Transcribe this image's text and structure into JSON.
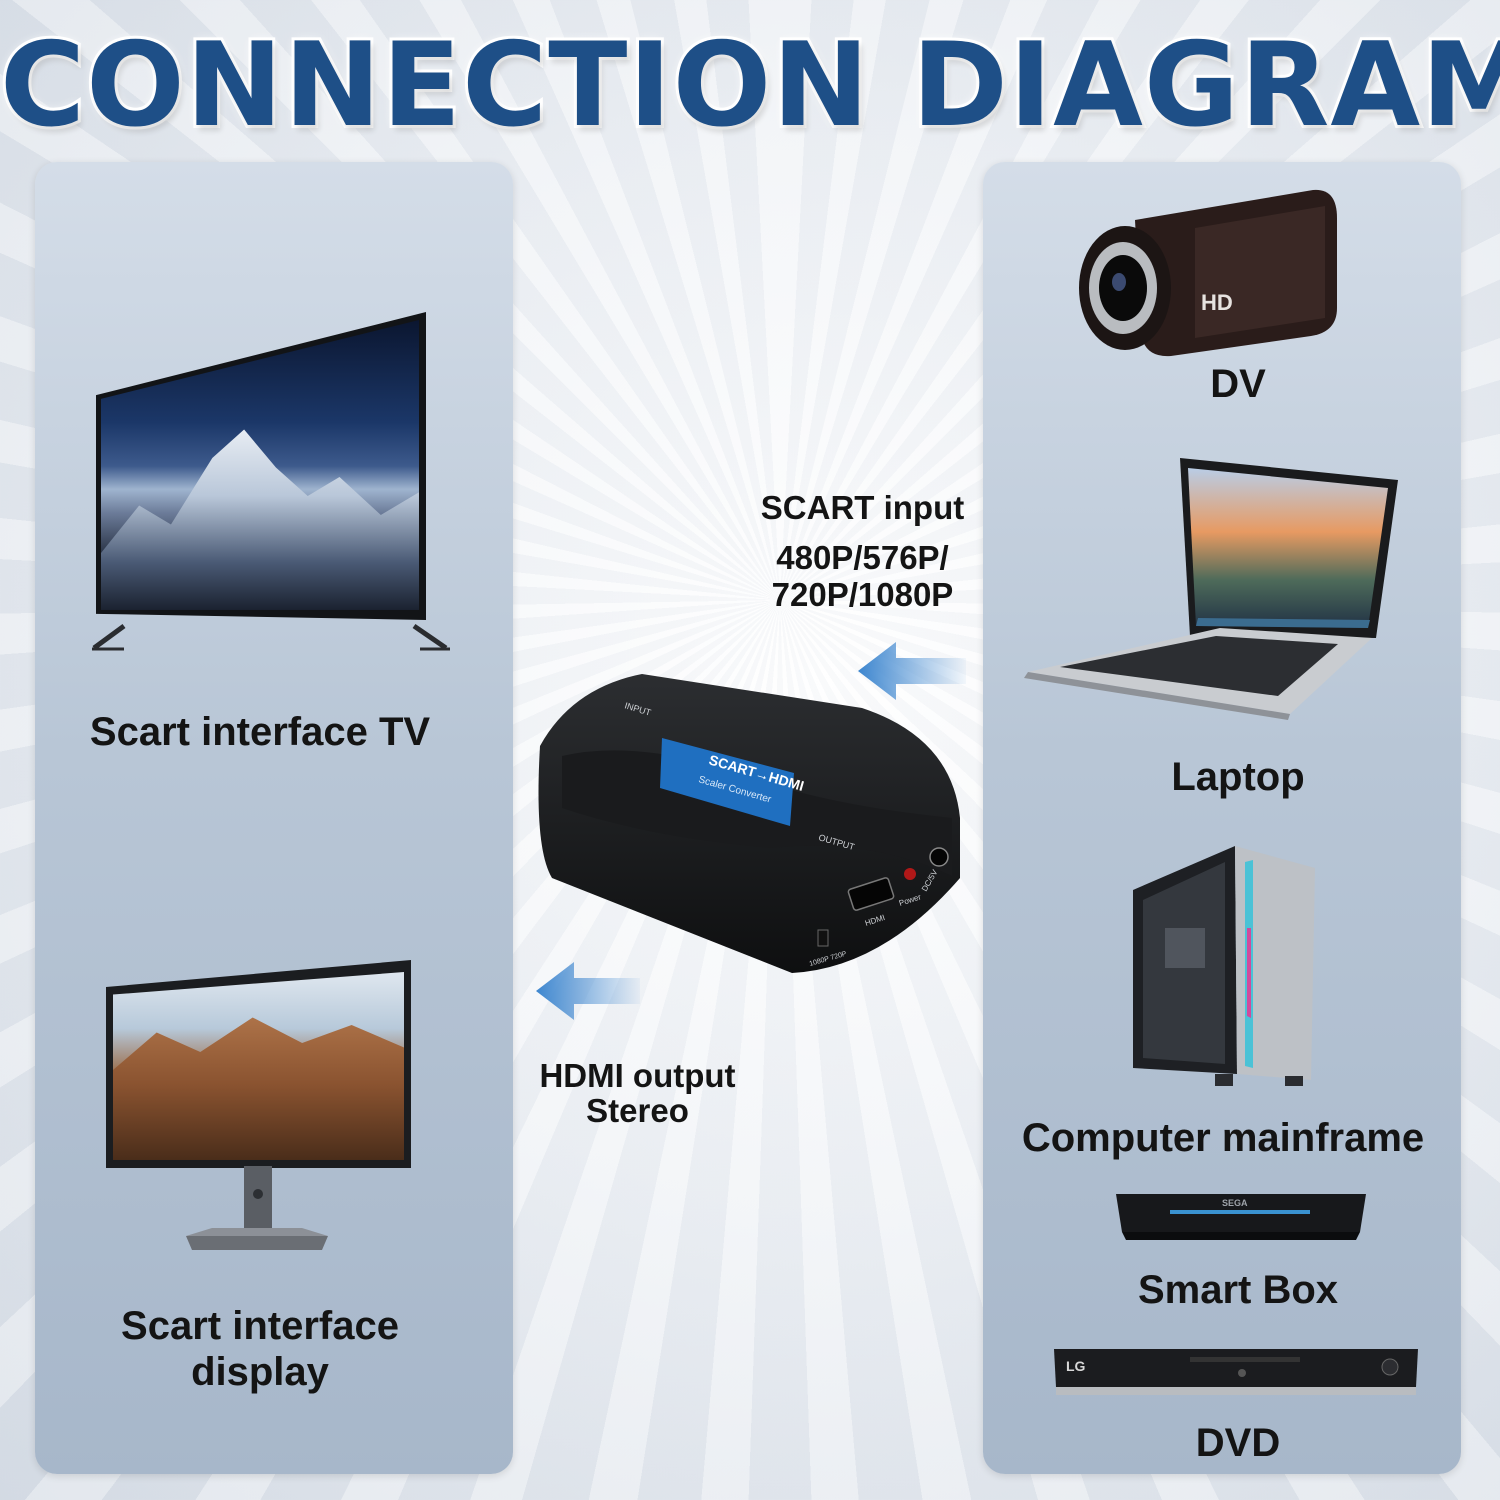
{
  "title": "CONNECTION DIAGRAM",
  "left_panel": {
    "tv_label": "Scart interface TV",
    "display_label_line1": "Scart interface",
    "display_label_line2": "display"
  },
  "center": {
    "input_title": "SCART input",
    "input_res_line1": "480P/576P/",
    "input_res_line2": "720P/1080P",
    "output_line1": "HDMI output",
    "output_line2": "Stereo",
    "device_label": "SCART→HDMI",
    "device_sublabel": "Scaler Converter",
    "port_input": "INPUT",
    "port_output": "OUTPUT",
    "port_hdmi": "HDMI",
    "port_power": "Power",
    "port_dc": "DC/5V",
    "switch_label": "1080P  720P"
  },
  "right_panel": {
    "dv_label": "DV",
    "laptop_label": "Laptop",
    "pc_label": "Computer mainframe",
    "smartbox_label": "Smart Box",
    "dvd_label": "DVD",
    "camcorder_badge": "HD",
    "smartbox_brand": "SEGA",
    "dvd_brand": "LG"
  },
  "colors": {
    "title": "#1e4f87",
    "arrow": "#4a8fd0",
    "panel": "#b8c6d6"
  }
}
